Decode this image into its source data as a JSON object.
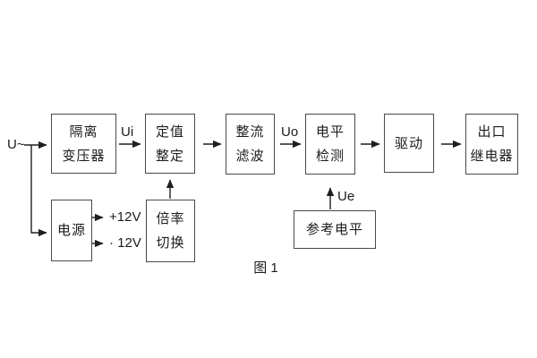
{
  "figure": {
    "caption": "图 1"
  },
  "signals": {
    "input": "U~",
    "ui": "Ui",
    "uo": "Uo",
    "ue": "Ue",
    "rail_pos": "+12V",
    "rail_neg": "· 12V"
  },
  "blocks": {
    "isolation": {
      "line1": "隔离",
      "line2": "变压器"
    },
    "setting": {
      "line1": "定值",
      "line2": "整定"
    },
    "rectifier": {
      "line1": "整流",
      "line2": "滤波"
    },
    "level": {
      "line1": "电平",
      "line2": "检测"
    },
    "drive": {
      "line1": "驱动"
    },
    "relay": {
      "line1": "出口",
      "line2": "继电器"
    },
    "power": {
      "line1": "电源"
    },
    "ratio": {
      "line1": "倍率",
      "line2": "切换"
    },
    "reference": {
      "line1": "参考电平"
    }
  },
  "colors": {
    "background": "#ffffff",
    "wire": "#1f1f1f",
    "box_border": "#4a4a4a",
    "text": "#1c1c1c"
  }
}
